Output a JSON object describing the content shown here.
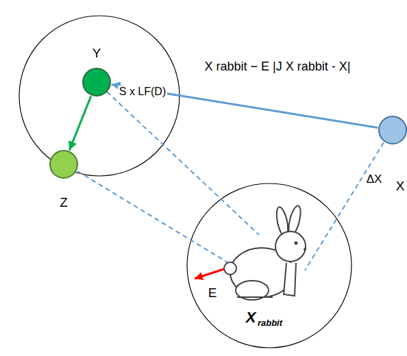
{
  "diagram": {
    "nodes": [
      {
        "text": [
          "Y"
        ]
      },
      {
        "text": [
          "Z"
        ]
      },
      {
        "text": [
          "X"
        ]
      }
    ],
    "edges": [
      {
        "from": 2,
        "to": 0,
        "arrow": "to",
        "label": "X rabbit − E |J X rabbit - X|"
      },
      {
        "from": 0,
        "to": 1,
        "arrow": "to",
        "label": "S x LF(D)"
      }
    ],
    "labels": [
      "E",
      "X",
      "rabbit",
      "ΔX"
    ]
  }
}
